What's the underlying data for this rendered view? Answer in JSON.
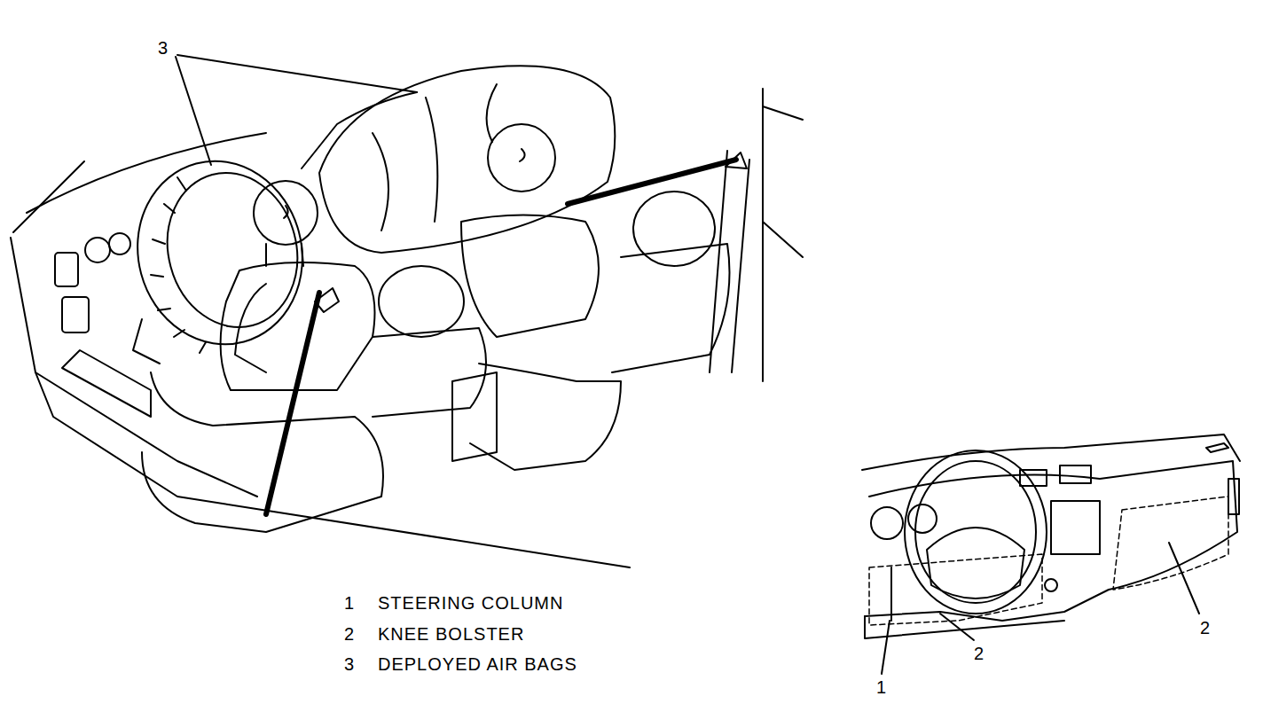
{
  "diagram": {
    "labels": [
      "3",
      "1",
      "STEERING COLUMN",
      "2",
      "KNEE BOLSTER",
      "3",
      "DEPLOYED AIR BAGS",
      "2",
      "2",
      "1"
    ]
  }
}
